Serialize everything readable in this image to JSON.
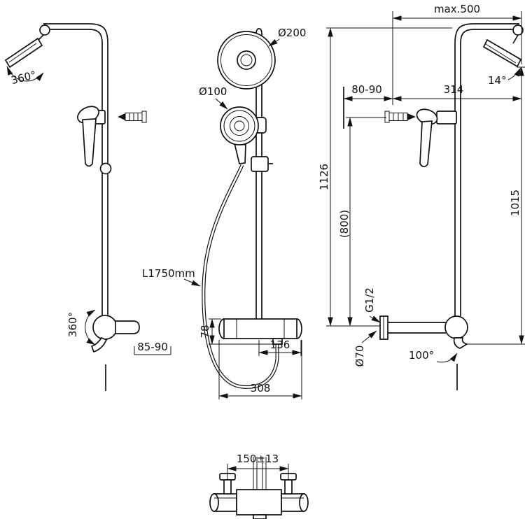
{
  "drawing": {
    "left_view": {
      "head_swivel": "360°",
      "valve_swivel": "360°",
      "handle_length": "85-90"
    },
    "front_view": {
      "head_diameter": "Ø200",
      "hand_shower_diameter": "Ø100",
      "hose_length": "L1750mm",
      "outlet_drop": "78",
      "center_to_end": "136",
      "mixer_width": "308"
    },
    "right_view": {
      "max_reach": "max.500",
      "wall_clearance": "80-90",
      "arm_projection": "314",
      "head_tilt": "14°",
      "overall_height": "1126",
      "rail_height": "(800)",
      "column_height": "1015",
      "connection_thread": "G1/2",
      "escutcheon_diameter": "Ø70",
      "spout_swivel": "100°"
    },
    "detail_view": {
      "inlet_spacing": "150±13"
    }
  }
}
